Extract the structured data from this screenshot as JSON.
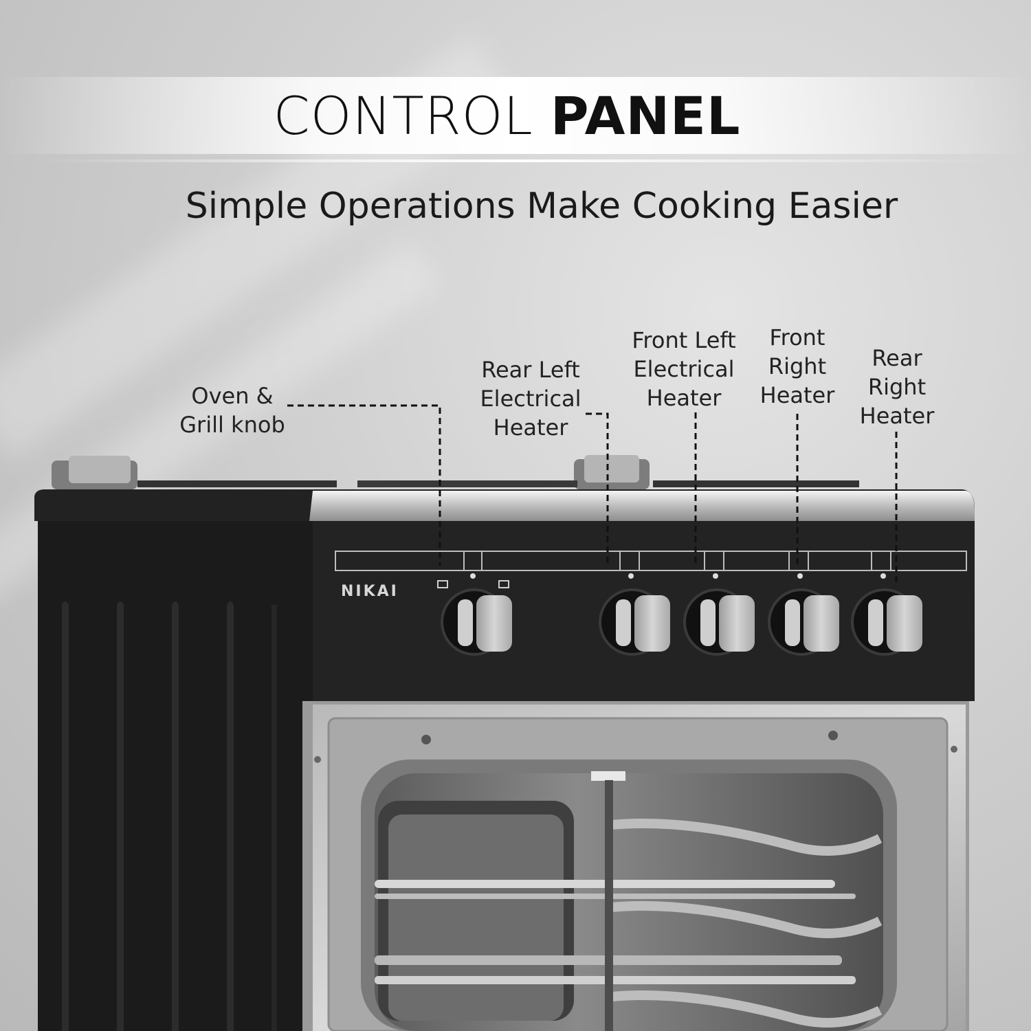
{
  "header": {
    "title_light": "CONTROL",
    "title_bold": "PANEL",
    "subtitle": "Simple Operations Make Cooking Easier"
  },
  "callouts": [
    {
      "id": "oven-grill",
      "lines": [
        "Oven &",
        "Grill knob"
      ]
    },
    {
      "id": "rear-left",
      "lines": [
        "Rear Left",
        "Electrical",
        "Heater"
      ]
    },
    {
      "id": "front-left",
      "lines": [
        "Front Left",
        "Electrical",
        "Heater"
      ]
    },
    {
      "id": "front-right",
      "lines": [
        "Front",
        "Right",
        "Heater"
      ]
    },
    {
      "id": "rear-right",
      "lines": [
        "Rear",
        "Right",
        "Heater"
      ]
    }
  ],
  "appliance": {
    "brand": "NIKAI",
    "knob_count": 5
  }
}
